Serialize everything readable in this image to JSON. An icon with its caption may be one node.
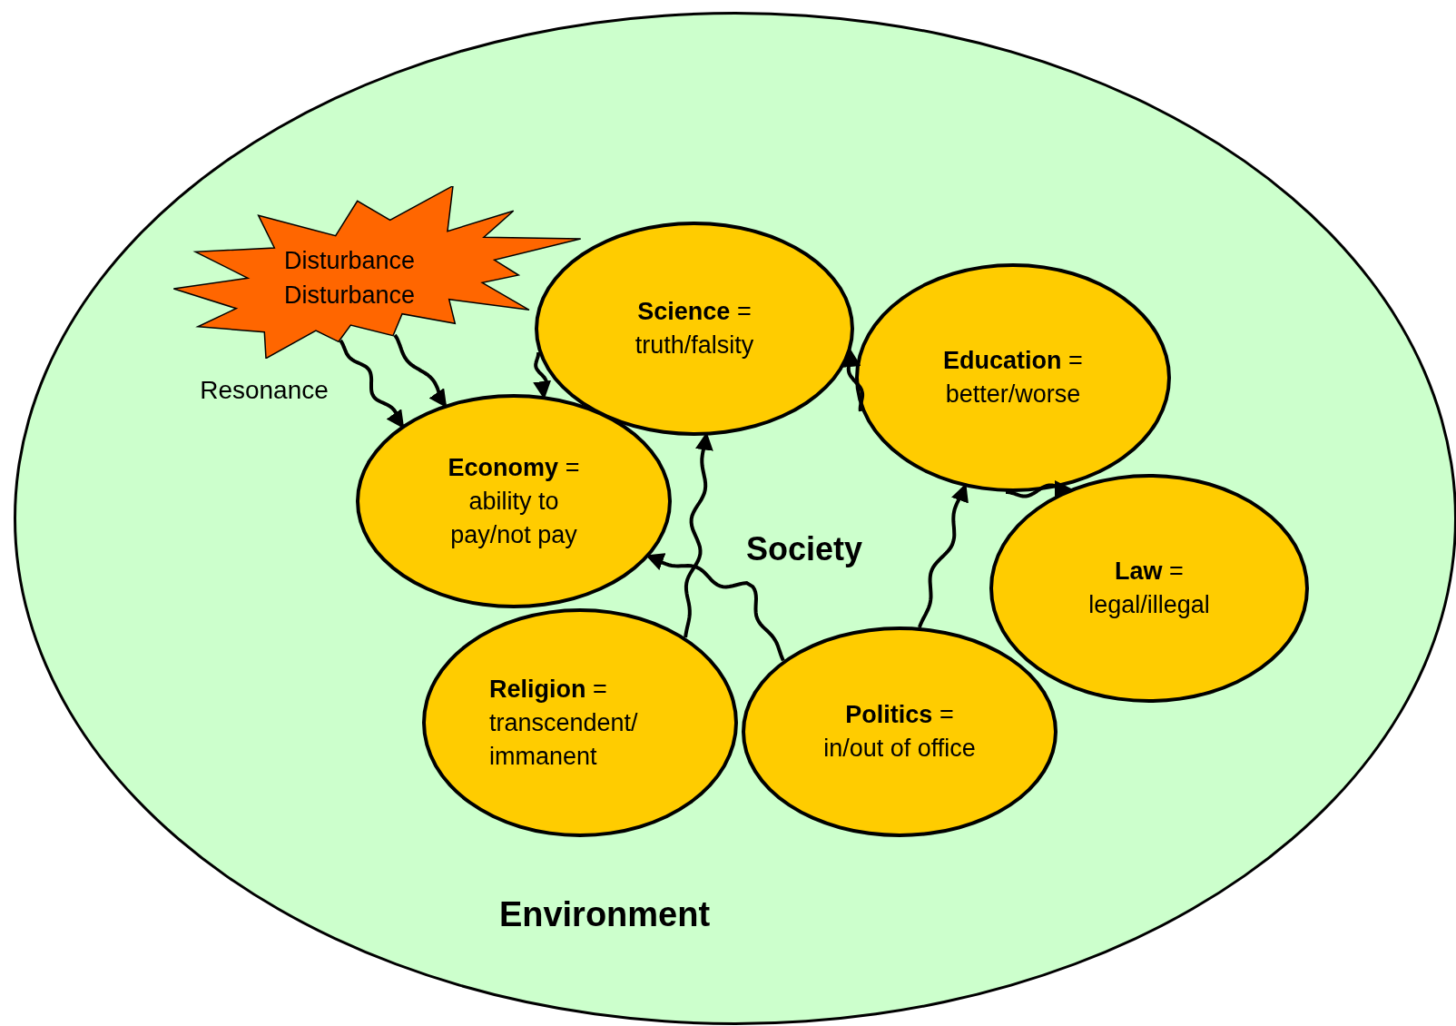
{
  "diagram": {
    "nodes": [
      {
        "text": [
          "Environment"
        ]
      },
      {
        "text": [
          "Disturbance Disturbance"
        ],
        "in": 0
      },
      {
        "text": [
          "**Science** =",
          "truth/falsity"
        ],
        "in": 0
      },
      {
        "text": [
          "**Education** =",
          "better/worse"
        ],
        "in": 0
      },
      {
        "text": [
          "**Economy** =",
          "ability to pay/not pay"
        ],
        "in": 0
      },
      {
        "text": [
          "**Law** =",
          "legal/illegal"
        ],
        "in": 0
      },
      {
        "text": [
          "**Religion** =",
          "transcendent/ immanent"
        ],
        "in": 0
      },
      {
        "text": [
          "**Politics** =",
          "in/out of office"
        ],
        "in": 0
      }
    ],
    "edges": [
      {
        "from": 1,
        "to": 4,
        "arrow": "to"
      },
      {
        "from": 1,
        "to": 4,
        "arrow": "to"
      },
      {
        "from": 2,
        "to": 4,
        "arrow": "to"
      },
      {
        "from": 3,
        "to": 2,
        "arrow": "to"
      },
      {
        "from": 6,
        "to": 2,
        "arrow": "to"
      },
      {
        "from": 7,
        "to": 4,
        "arrow": "to"
      },
      {
        "from": 7,
        "to": 3,
        "arrow": "to"
      },
      {
        "from": 3,
        "to": 5,
        "arrow": "to"
      }
    ],
    "labels": [
      "Resonance",
      "Society"
    ]
  }
}
